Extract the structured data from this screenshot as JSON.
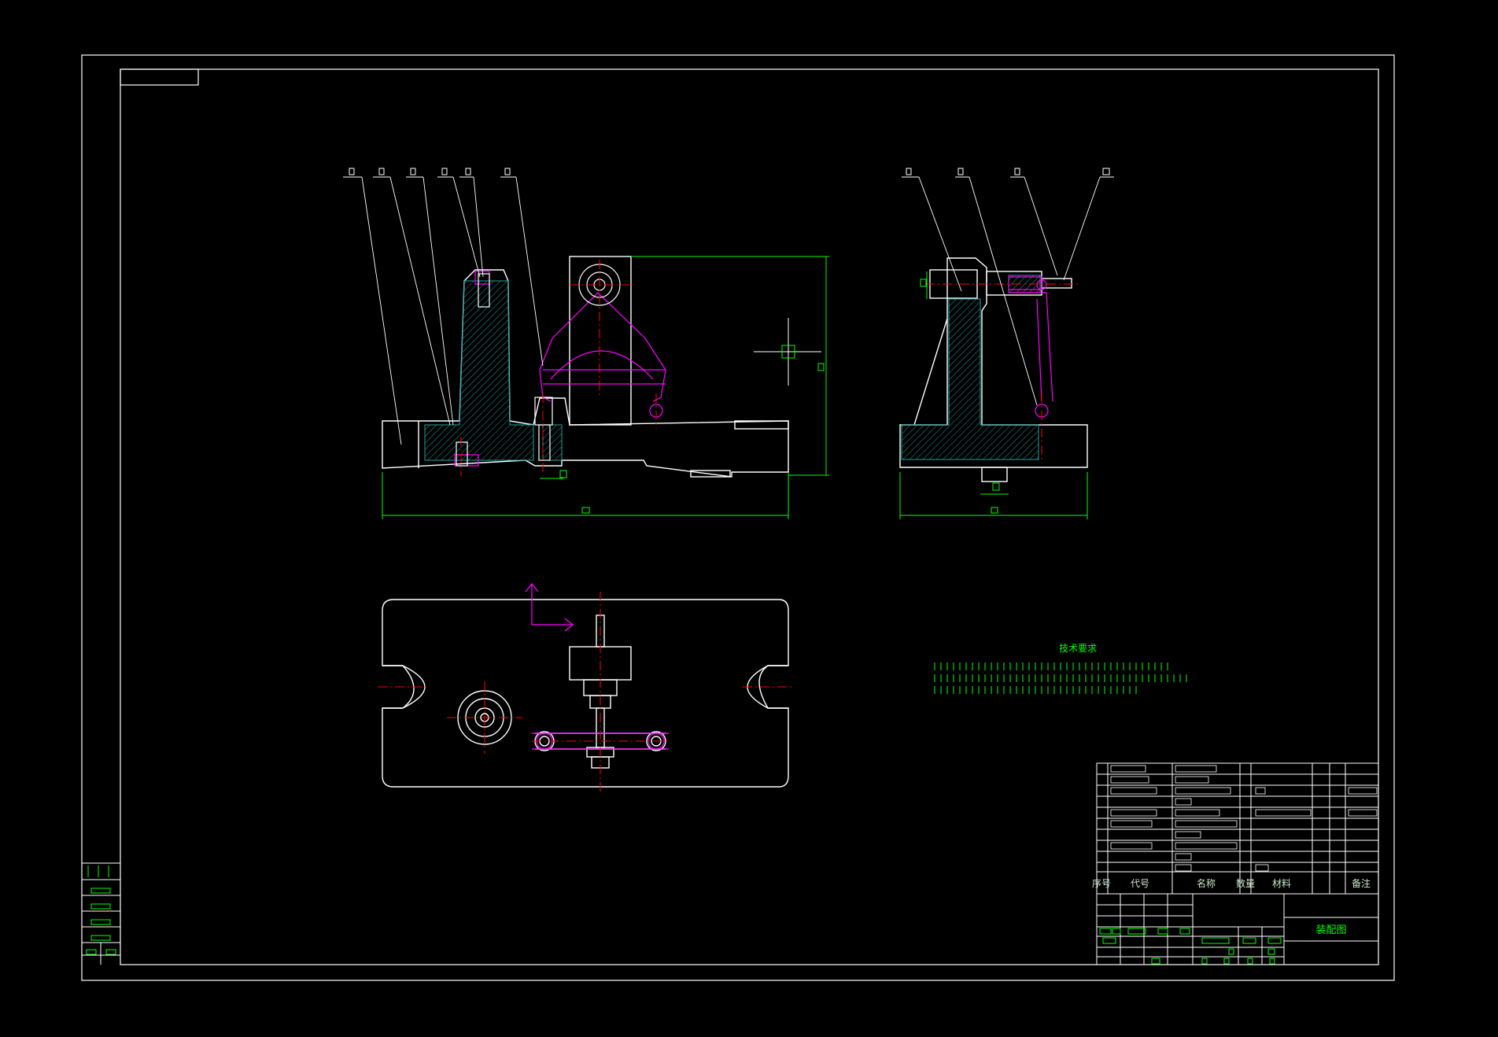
{
  "drawing": {
    "title_block_name": "装配图",
    "tech_req_title": "技术要求",
    "bom_headers": {
      "seq": "序号",
      "code": "代号",
      "name": "名称",
      "qty": "数量",
      "material": "材料",
      "note": "备注"
    }
  },
  "colors": {
    "background": "#000000",
    "frame": "#ffffff",
    "dimension": "#00ff00",
    "hatch": "#1fa0a0",
    "phantom": "#ff00ff",
    "centerline": "#ff0000"
  }
}
